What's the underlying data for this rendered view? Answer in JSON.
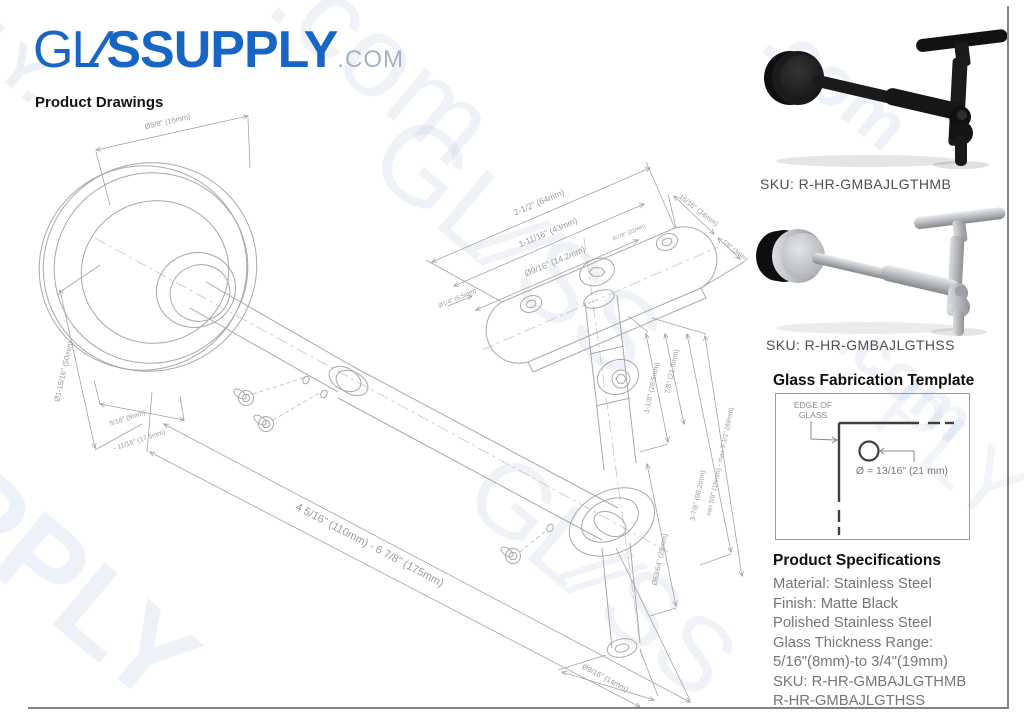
{
  "logo": {
    "part1": "GL",
    "slashes": "∕∕",
    "part2": "SSUPPLY",
    "suffix": ".COM"
  },
  "page": {
    "drawings_title": "Product Drawings"
  },
  "products": [
    {
      "sku_label": "SKU: R-HR-GMBAJLGTHMB",
      "finish": "Matte Black"
    },
    {
      "sku_label": "SKU: R-HR-GMBAJLGTHSS",
      "finish": "Polished Stainless Steel"
    }
  ],
  "template_section": {
    "title": "Glass Fabrication Template",
    "edge_label_line1": "EDGE OF",
    "edge_label_line2": "GLASS",
    "hole_label": "Ø = 13/16\" (21 mm)"
  },
  "specs": {
    "title": "Product Specifications",
    "lines": [
      "Material: Stainless Steel",
      "Finish: Matte Black",
      "Polished Stainless Steel",
      "Glass Thickness Range:",
      "5/16\"(8mm)-to 3/4\"(19mm)",
      "SKU: R-HR-GMBAJLGTHMB",
      "R-HR-GMBAJLGTHSS"
    ]
  },
  "drawing": {
    "dims": [
      {
        "text": "Ø5/8\" (16mm)"
      },
      {
        "text": "Ø1-15/16\" (50mm)"
      },
      {
        "text": "5/16\" (8mm)"
      },
      {
        "text": "- 11/16\" (17.5mm)"
      },
      {
        "text": "2-1/2\" (64mm)"
      },
      {
        "text": "1-11/16\" (43mm)"
      },
      {
        "text": "Ø9/16\" (14.2mm)"
      },
      {
        "text": "Ø1/4\" (6.5mm)"
      },
      {
        "text": "R7/8\" (22mm)"
      },
      {
        "text": "15/16\" (24mm)"
      },
      {
        "text": "1/8\" (3mm)"
      },
      {
        "text": "1-1/8\" (28.5mm)"
      },
      {
        "text": "7/8\" (21.5mm)"
      },
      {
        "text": "3-7/8\" (98.2mm)"
      },
      {
        "text": "min 5/8\" (16mm)  -  max 3-1/2\" (89mm)"
      },
      {
        "text": "Ø63/64\" (25mm)"
      },
      {
        "text": "4 5/16\" (110mm)   -   6 7/8\" (175mm)"
      },
      {
        "text": "Ø9/16\" (14mm)"
      }
    ]
  },
  "watermark": {
    "text": "GLASSUPPLY.com",
    "fragments": [
      {
        "text": "PLY."
      },
      {
        "text": ".com"
      },
      {
        "text": "SUPPLY"
      },
      {
        "text": "GL∕∕SS"
      },
      {
        "text": ".com"
      },
      {
        "text": "GL∕∕SS"
      },
      {
        "text": ".com"
      },
      {
        "text": "PLY"
      }
    ]
  },
  "colors": {
    "brand_blue": "#1766c4",
    "logo_suffix": "#a3b3c6",
    "line_gray": "#a8a8a8",
    "dim_text": "#9b9b9b"
  }
}
